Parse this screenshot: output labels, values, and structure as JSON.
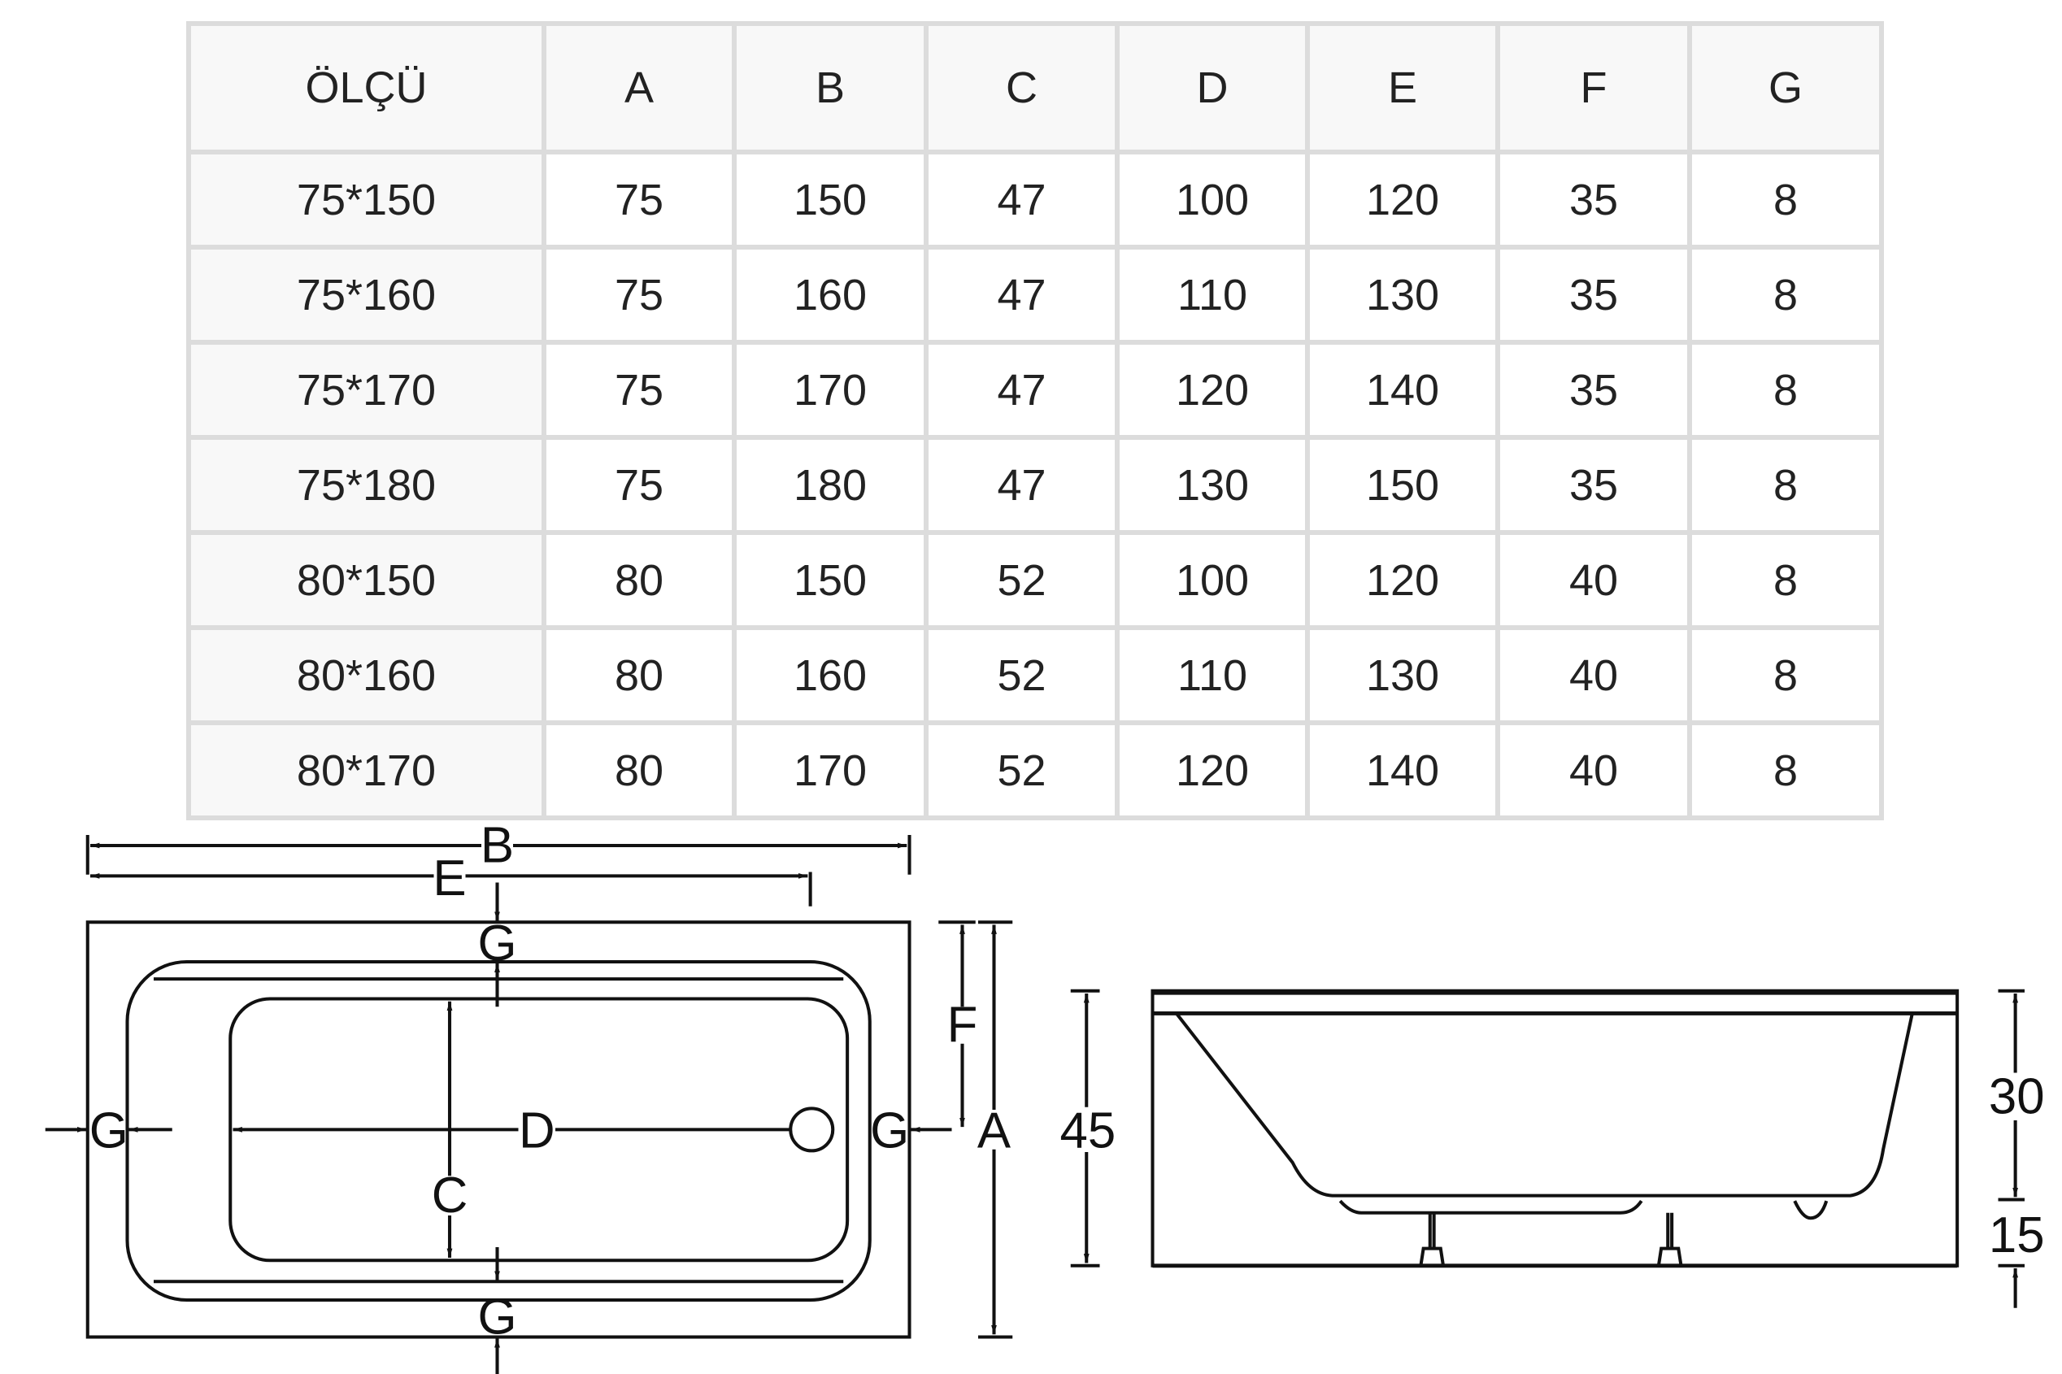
{
  "table": {
    "headers": [
      "ÖLÇÜ",
      "A",
      "B",
      "C",
      "D",
      "E",
      "F",
      "G"
    ],
    "rows": [
      [
        "75*150",
        "75",
        "150",
        "47",
        "100",
        "120",
        "35",
        "8"
      ],
      [
        "75*160",
        "75",
        "160",
        "47",
        "110",
        "130",
        "35",
        "8"
      ],
      [
        "75*170",
        "75",
        "170",
        "47",
        "120",
        "140",
        "35",
        "8"
      ],
      [
        "75*180",
        "75",
        "180",
        "47",
        "130",
        "150",
        "35",
        "8"
      ],
      [
        "80*150",
        "80",
        "150",
        "52",
        "100",
        "120",
        "40",
        "8"
      ],
      [
        "80*160",
        "80",
        "160",
        "52",
        "110",
        "130",
        "40",
        "8"
      ],
      [
        "80*170",
        "80",
        "170",
        "52",
        "120",
        "140",
        "40",
        "8"
      ]
    ]
  },
  "top_view": {
    "B": "B",
    "E": "E",
    "G": "G",
    "D": "D",
    "C": "C",
    "F": "F",
    "A": "A"
  },
  "side_view": {
    "total": "45",
    "upper": "30",
    "lower": "15"
  }
}
